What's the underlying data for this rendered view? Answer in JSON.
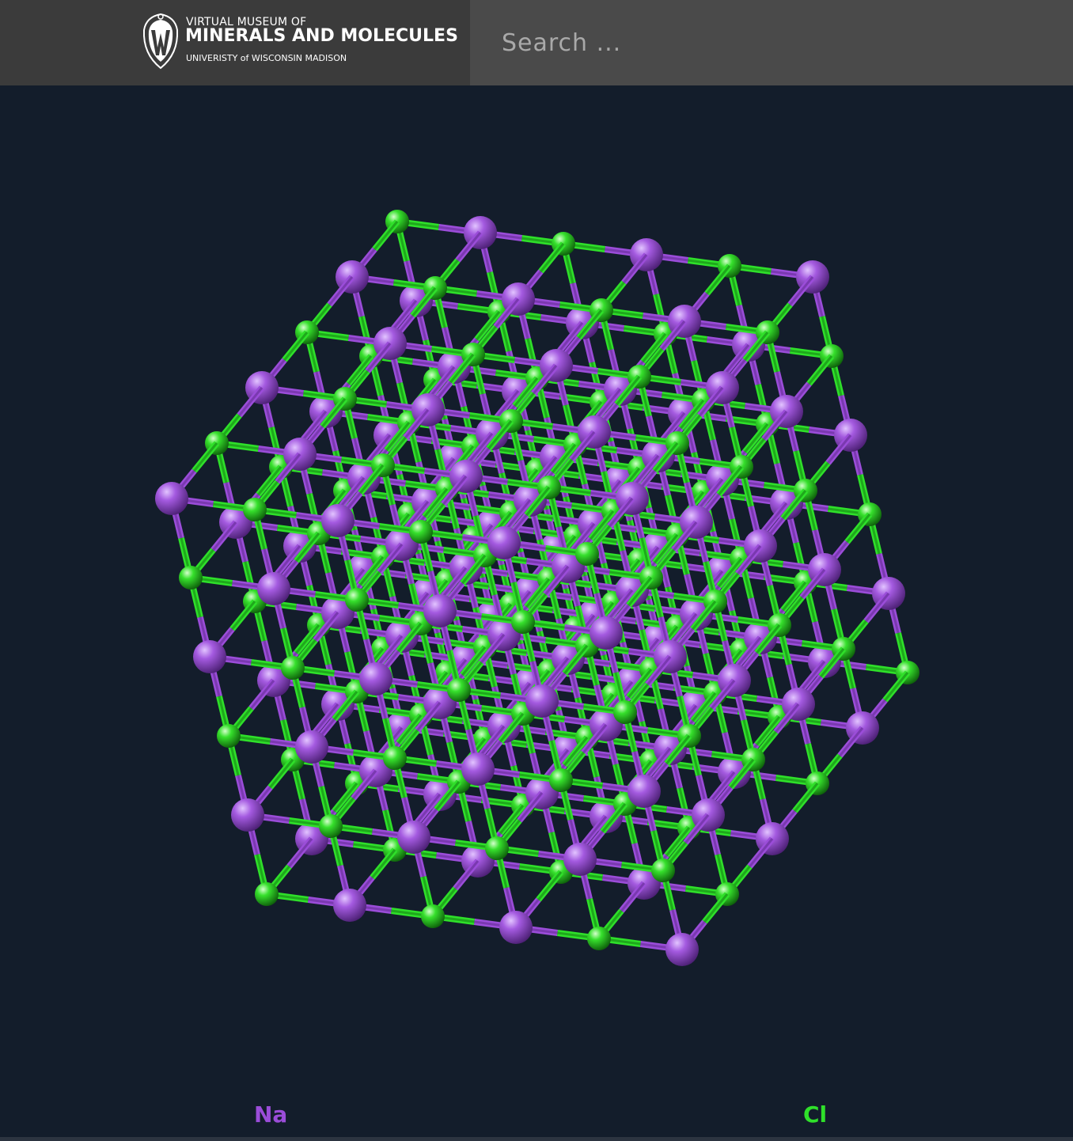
{
  "header": {
    "title_line1": "VIRTUAL MUSEUM OF",
    "title_line2": "MINERALS AND MOLECULES",
    "title_line3": "UNIVERISTY of WISCONSIN MADISON",
    "logo_icon": "uw-crest-icon",
    "search": {
      "placeholder": "Search ..."
    }
  },
  "viewer": {
    "model": "NaCl lattice",
    "lattice_points_per_edge": 6,
    "atoms": [
      {
        "symbol": "Na",
        "color": "#9b4dd9"
      },
      {
        "symbol": "Cl",
        "color": "#2fe02a"
      }
    ]
  },
  "legend": {
    "na_label": "Na",
    "cl_label": "Cl"
  },
  "colors": {
    "background": "#131d2b",
    "header": "#4a4a4a",
    "na": "#9b4dd9",
    "cl": "#2fe02a"
  }
}
